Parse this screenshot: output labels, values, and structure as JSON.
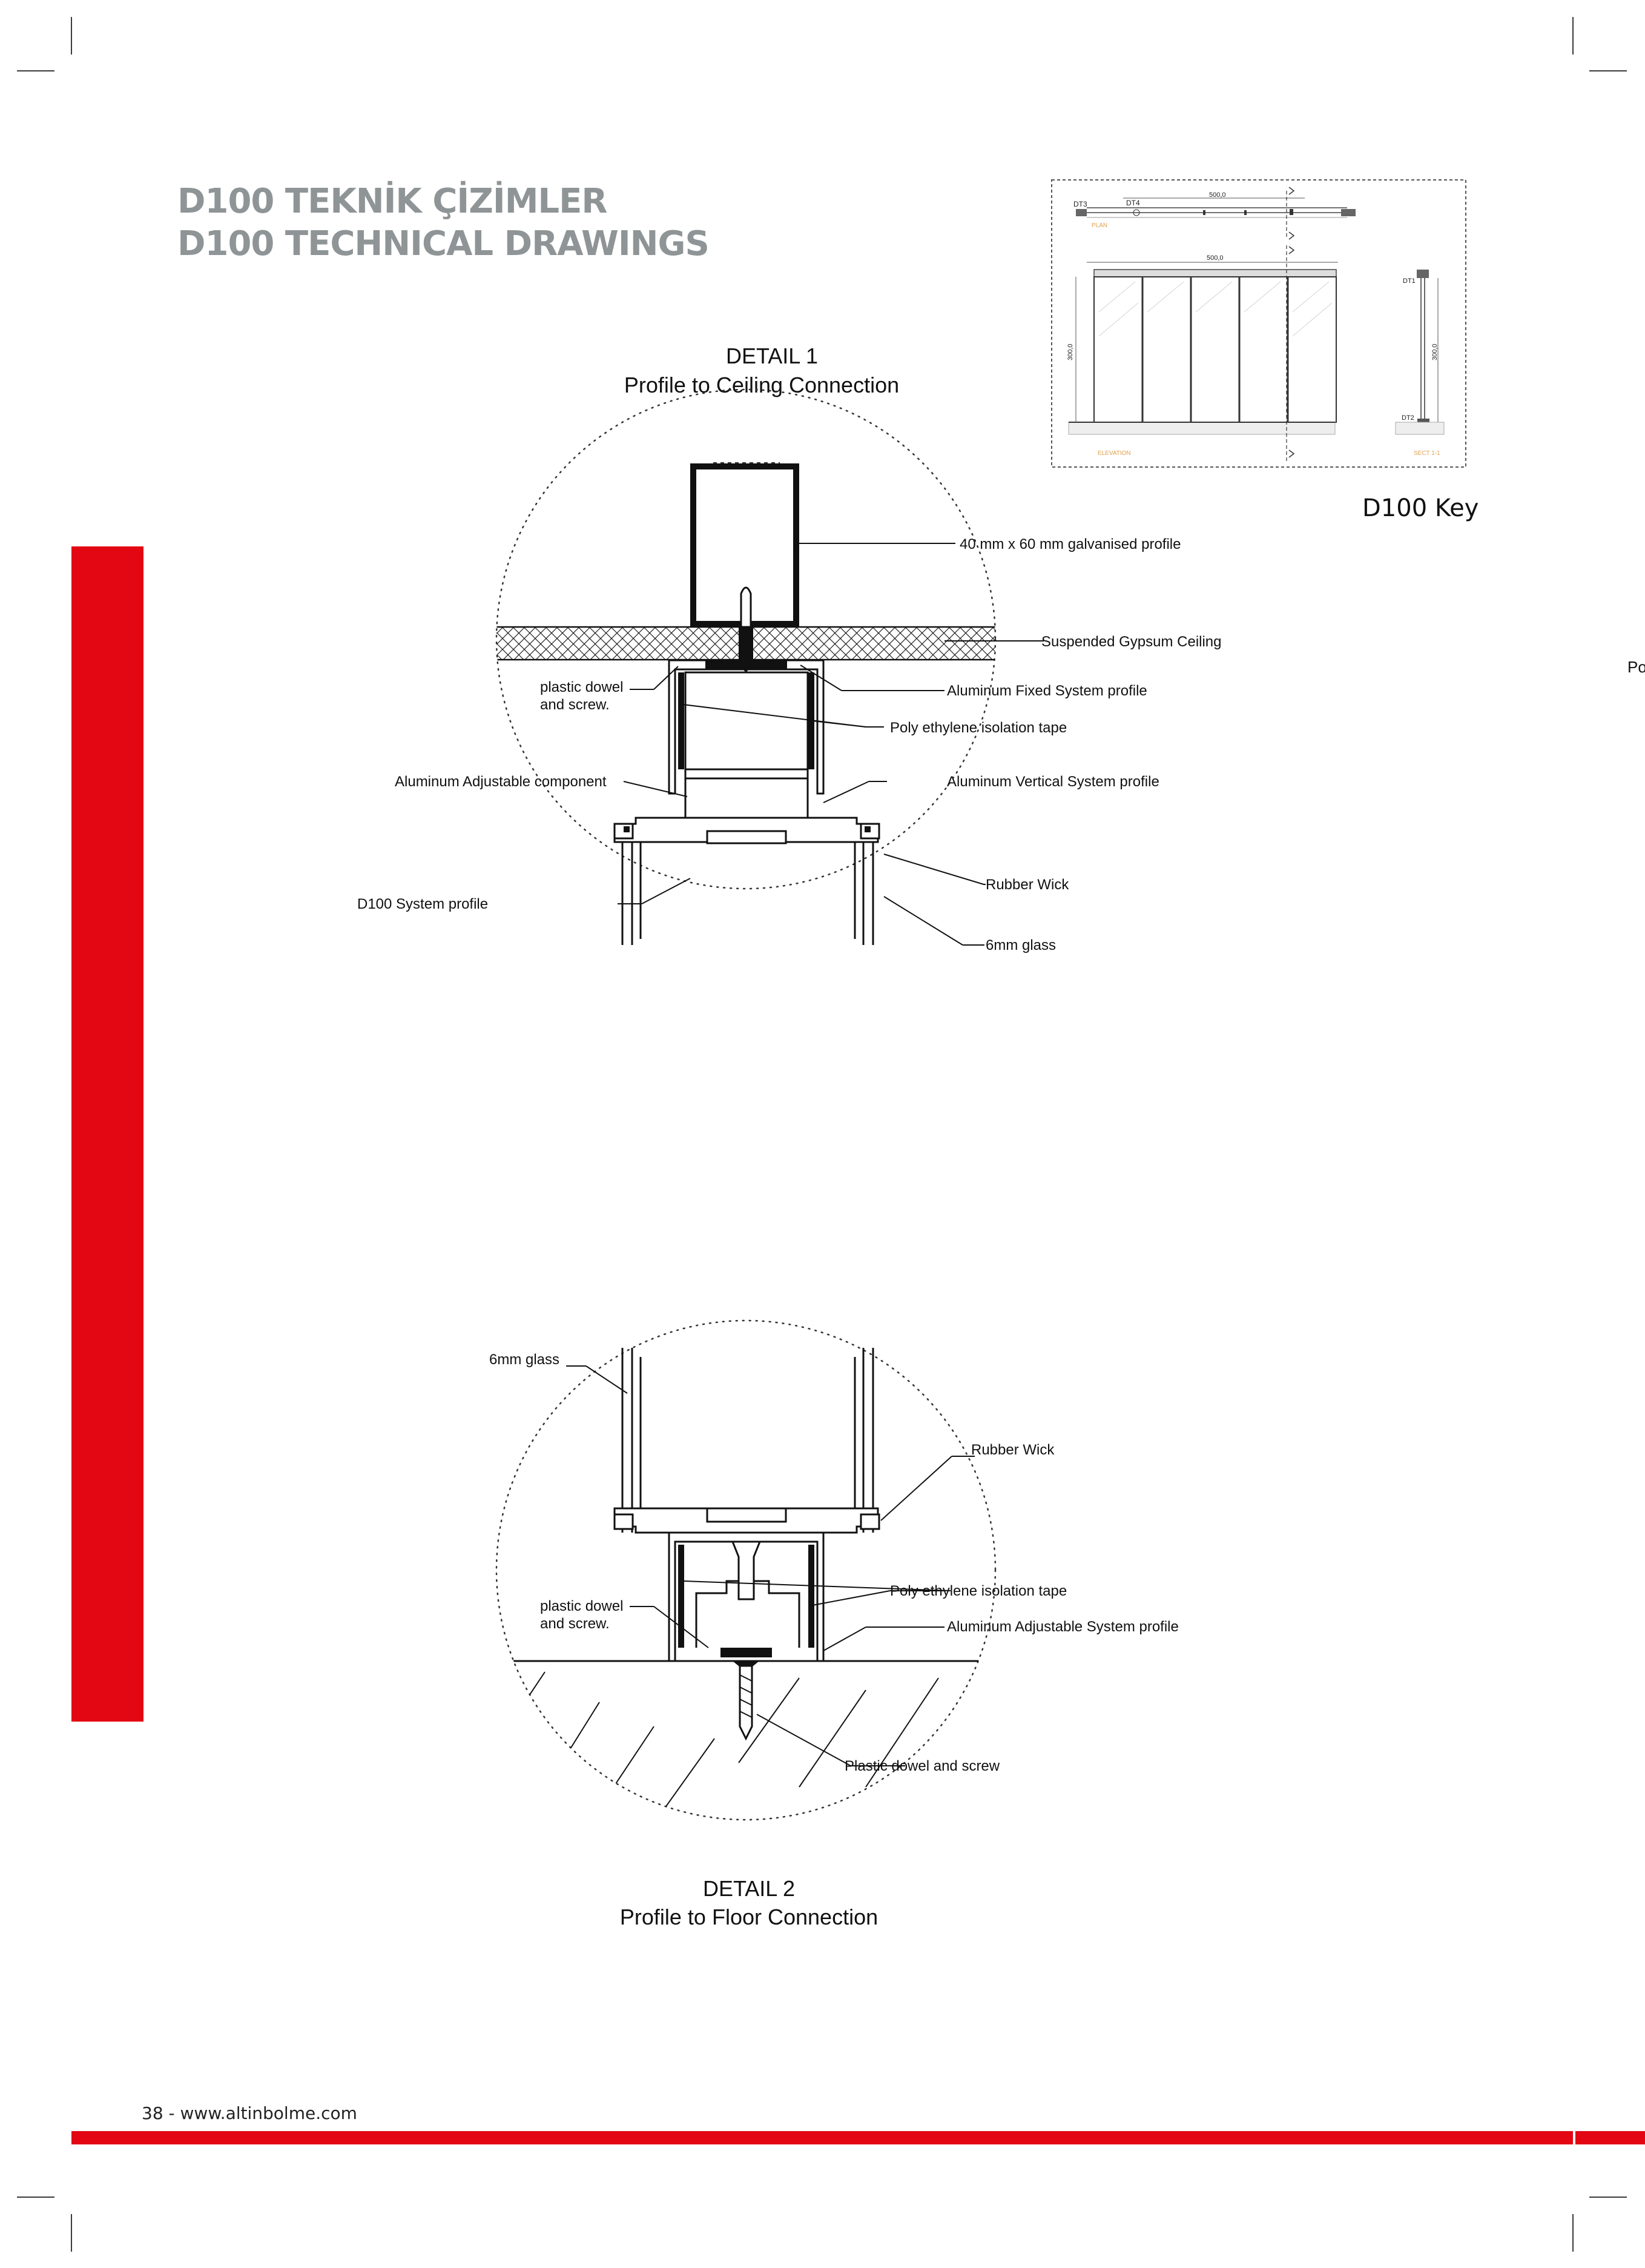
{
  "header": {
    "title_tr": "D100 TEKNİK ÇİZİMLER",
    "title_en": "D100 TECHNICAL DRAWINGS"
  },
  "key": {
    "label": "D100 Key",
    "plan_dims": [
      "DT3",
      "DT4",
      "500,0"
    ],
    "plan_label": "PLAN",
    "elev_top_dim": "500,0",
    "elev_left_dim": "300,0",
    "elev_right_dim": "300,0",
    "dt1": "DT1",
    "dt2": "DT2",
    "elevation_label": "ELEVATION",
    "sect_label": "SECT 1-1"
  },
  "detail1": {
    "title": "DETAIL 1",
    "subtitle": "Profile to Ceiling Connection",
    "labels": {
      "galv": "40 mm x 60 mm galvanised profile",
      "ceiling": "Suspended Gypsum Ceiling",
      "dowel_1": "plastic dowel",
      "dowel_2": "and screw.",
      "fixed": "Aluminum Fixed System profile",
      "tape": "Poly ethylene isolation tape",
      "adjustable": "Aluminum Adjustable component",
      "vertical": "Aluminum Vertical System profile",
      "wick": "Rubber Wick",
      "system": "D100 System profile",
      "glass": "6mm glass"
    }
  },
  "detail2": {
    "title": "DETAIL 2",
    "subtitle": "Profile to Floor Connection",
    "labels": {
      "glass": "6mm glass",
      "wick": "Rubber Wick",
      "tape": "Poly ethylene isolation tape",
      "dowel_1": "plastic dowel",
      "dowel_2": "and screw.",
      "adjustable": "Aluminum Adjustable System profile",
      "plastic": "Plastic dowel and screw"
    }
  },
  "edge_text": "Po",
  "footer": {
    "text": "38 - www.altinbolme.com"
  },
  "colors": {
    "brand_red": "#e30613",
    "title_grey": "#8f9596",
    "accent_orange": "#e0a050"
  }
}
